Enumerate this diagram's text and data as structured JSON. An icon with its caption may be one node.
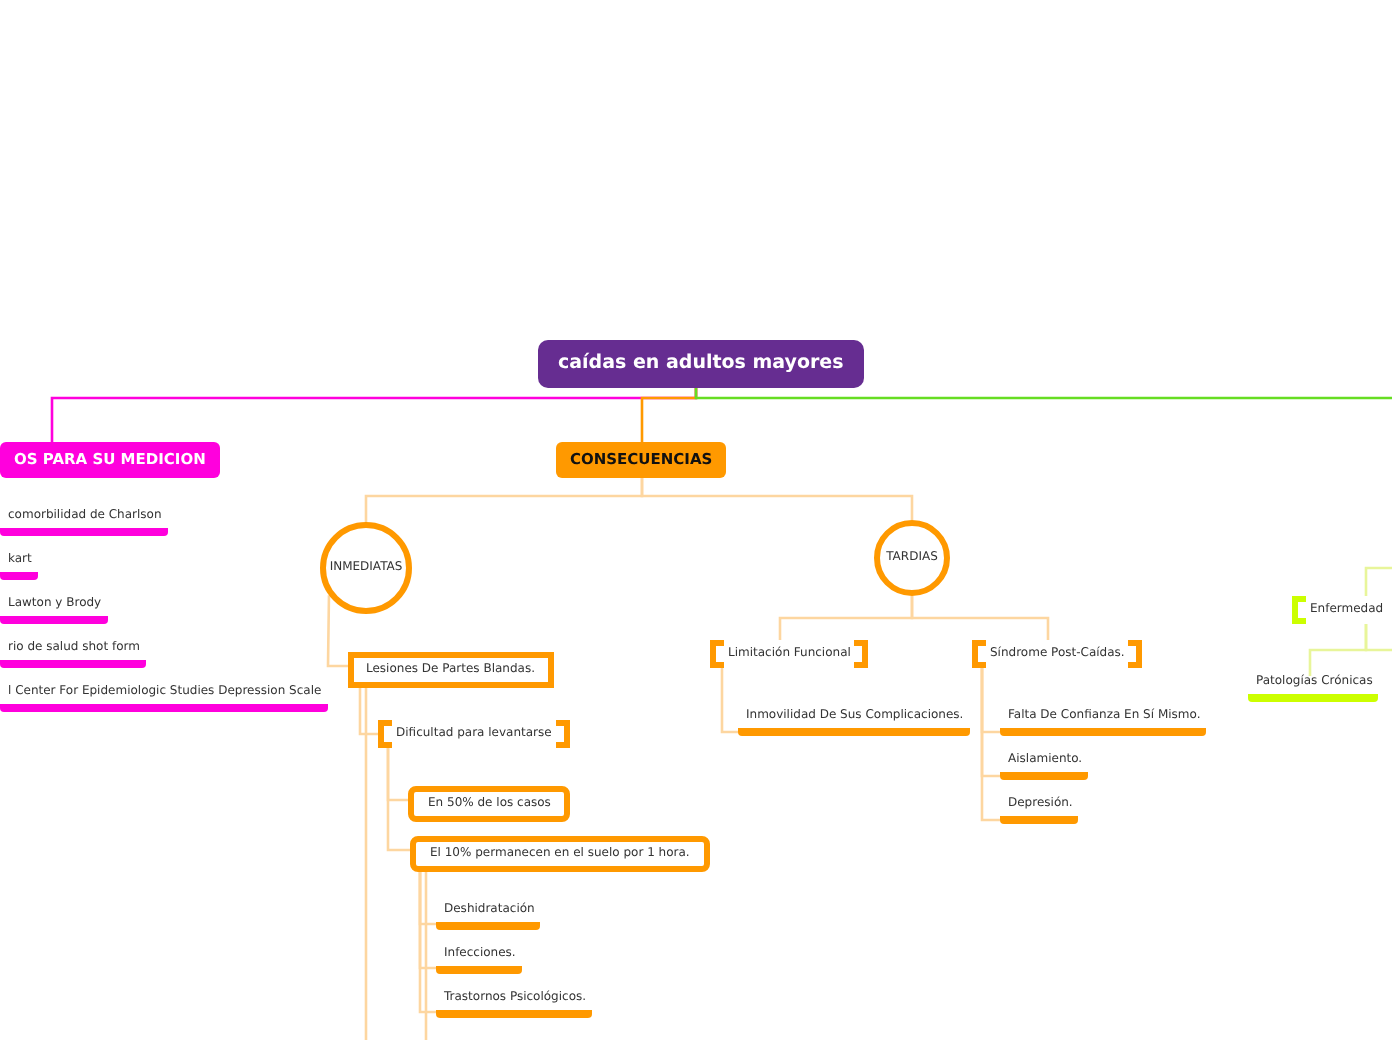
{
  "diagram": {
    "nodes": [
      {
        "text": [
          "caídas en adultos mayores"
        ]
      },
      {
        "text": [
          "OS PARA SU MEDICION"
        ]
      },
      {
        "text": [
          "comorbilidad de Charlson"
        ]
      },
      {
        "text": [
          "kart"
        ]
      },
      {
        "text": [
          "Lawton y Brody"
        ]
      },
      {
        "text": [
          "rio de salud shot form"
        ]
      },
      {
        "text": [
          "l Center For Epidemiologic Studies Depression Scale"
        ]
      },
      {
        "text": [
          "CONSECUENCIAS"
        ]
      },
      {
        "text": [
          "INMEDIATAS"
        ]
      },
      {
        "text": [
          "TARDIAS"
        ]
      },
      {
        "text": [
          "Lesiones De Partes Blandas."
        ]
      },
      {
        "text": [
          "Dificultad para levantarse"
        ]
      },
      {
        "text": [
          "En 50% de los casos"
        ]
      },
      {
        "text": [
          "El 10% permanecen en el suelo por 1 hora."
        ]
      },
      {
        "text": [
          "Deshidratación"
        ]
      },
      {
        "text": [
          "Infecciones."
        ]
      },
      {
        "text": [
          "Trastornos Psicológicos."
        ]
      },
      {
        "text": [
          "Limitación Funcional"
        ]
      },
      {
        "text": [
          "Inmovilidad De Sus Complicaciones."
        ]
      },
      {
        "text": [
          "Síndrome Post-Caídas."
        ]
      },
      {
        "text": [
          "Falta De Confianza En Sí Mismo."
        ]
      },
      {
        "text": [
          "Aislamiento."
        ]
      },
      {
        "text": [
          "Depresión."
        ]
      },
      {
        "text": [
          "Enfermedad"
        ]
      },
      {
        "text": [
          "Patologías Crónicas"
        ]
      }
    ],
    "edges": [
      {
        "from": 0,
        "to": 1,
        "arrow": "none",
        "color": "#ff00dd"
      },
      {
        "from": 0,
        "to": 7,
        "arrow": "none",
        "color": "#ff9900"
      },
      {
        "from": 0,
        "to": null,
        "arrow": "none",
        "color": "#66dd22"
      },
      {
        "from": 7,
        "to": 8,
        "arrow": "none"
      },
      {
        "from": 7,
        "to": 9,
        "arrow": "none"
      },
      {
        "from": 8,
        "to": 10,
        "arrow": "none"
      },
      {
        "from": 10,
        "to": 11,
        "arrow": "none"
      },
      {
        "from": 11,
        "to": 12,
        "arrow": "none"
      },
      {
        "from": 11,
        "to": 13,
        "arrow": "none"
      },
      {
        "from": 13,
        "to": 14,
        "arrow": "none"
      },
      {
        "from": 13,
        "to": 15,
        "arrow": "none"
      },
      {
        "from": 13,
        "to": 16,
        "arrow": "none"
      },
      {
        "from": 10,
        "to": null,
        "arrow": "none"
      },
      {
        "from": 13,
        "to": null,
        "arrow": "none"
      },
      {
        "from": 9,
        "to": 17,
        "arrow": "none"
      },
      {
        "from": 9,
        "to": 19,
        "arrow": "none"
      },
      {
        "from": 17,
        "to": 18,
        "arrow": "none"
      },
      {
        "from": 19,
        "to": 20,
        "arrow": "none"
      },
      {
        "from": 19,
        "to": 21,
        "arrow": "none"
      },
      {
        "from": 19,
        "to": 22,
        "arrow": "none"
      },
      {
        "from": null,
        "to": 23,
        "arrow": "none",
        "color": "#e8f59a"
      },
      {
        "from": 23,
        "to": 24,
        "arrow": "none",
        "color": "#e8f59a"
      },
      {
        "from": 23,
        "to": null,
        "arrow": "none",
        "color": "#e8f59a"
      }
    ]
  }
}
